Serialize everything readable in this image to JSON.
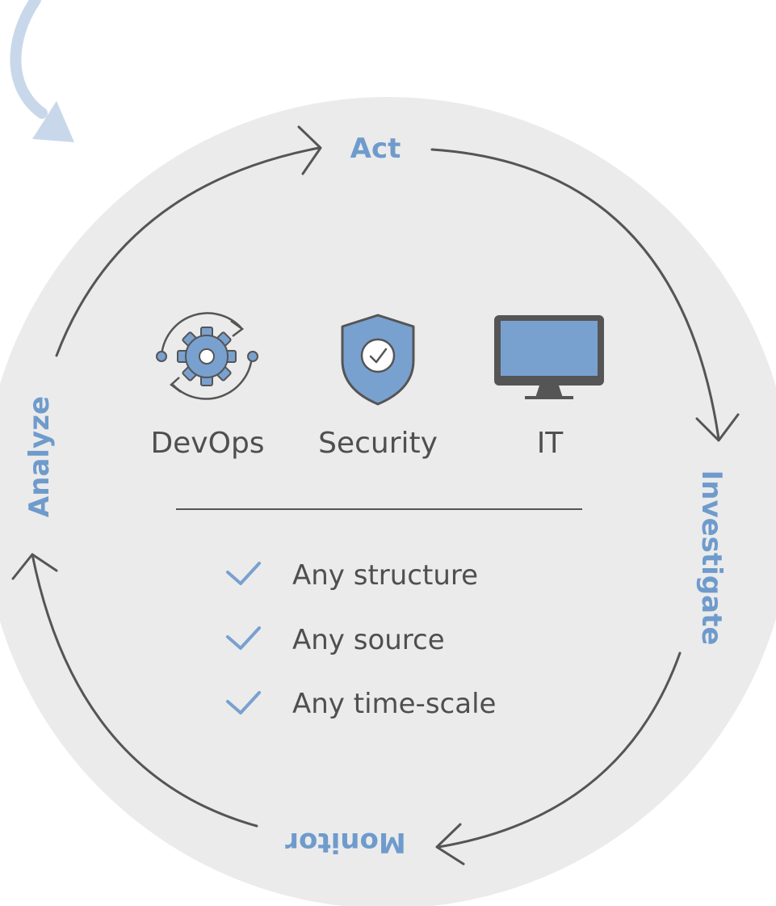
{
  "cycle": {
    "steps": [
      "Act",
      "Investigate",
      "Monitor",
      "Analyze"
    ]
  },
  "teams": [
    "DevOps",
    "Security",
    "IT"
  ],
  "features": [
    "Any structure",
    "Any source",
    "Any time-scale"
  ],
  "icons": {
    "devops": "gear-cycle-icon",
    "security": "shield-check-icon",
    "it": "monitor-icon",
    "feature": "checkmark-icon",
    "entry": "curved-arrow-icon"
  },
  "colors": {
    "background_circle": "#ebebeb",
    "accent_blue": "#6f9bcc",
    "icon_blue": "#79a1cf",
    "dark_gray": "#555555",
    "text_gray": "#4f4f4f"
  }
}
